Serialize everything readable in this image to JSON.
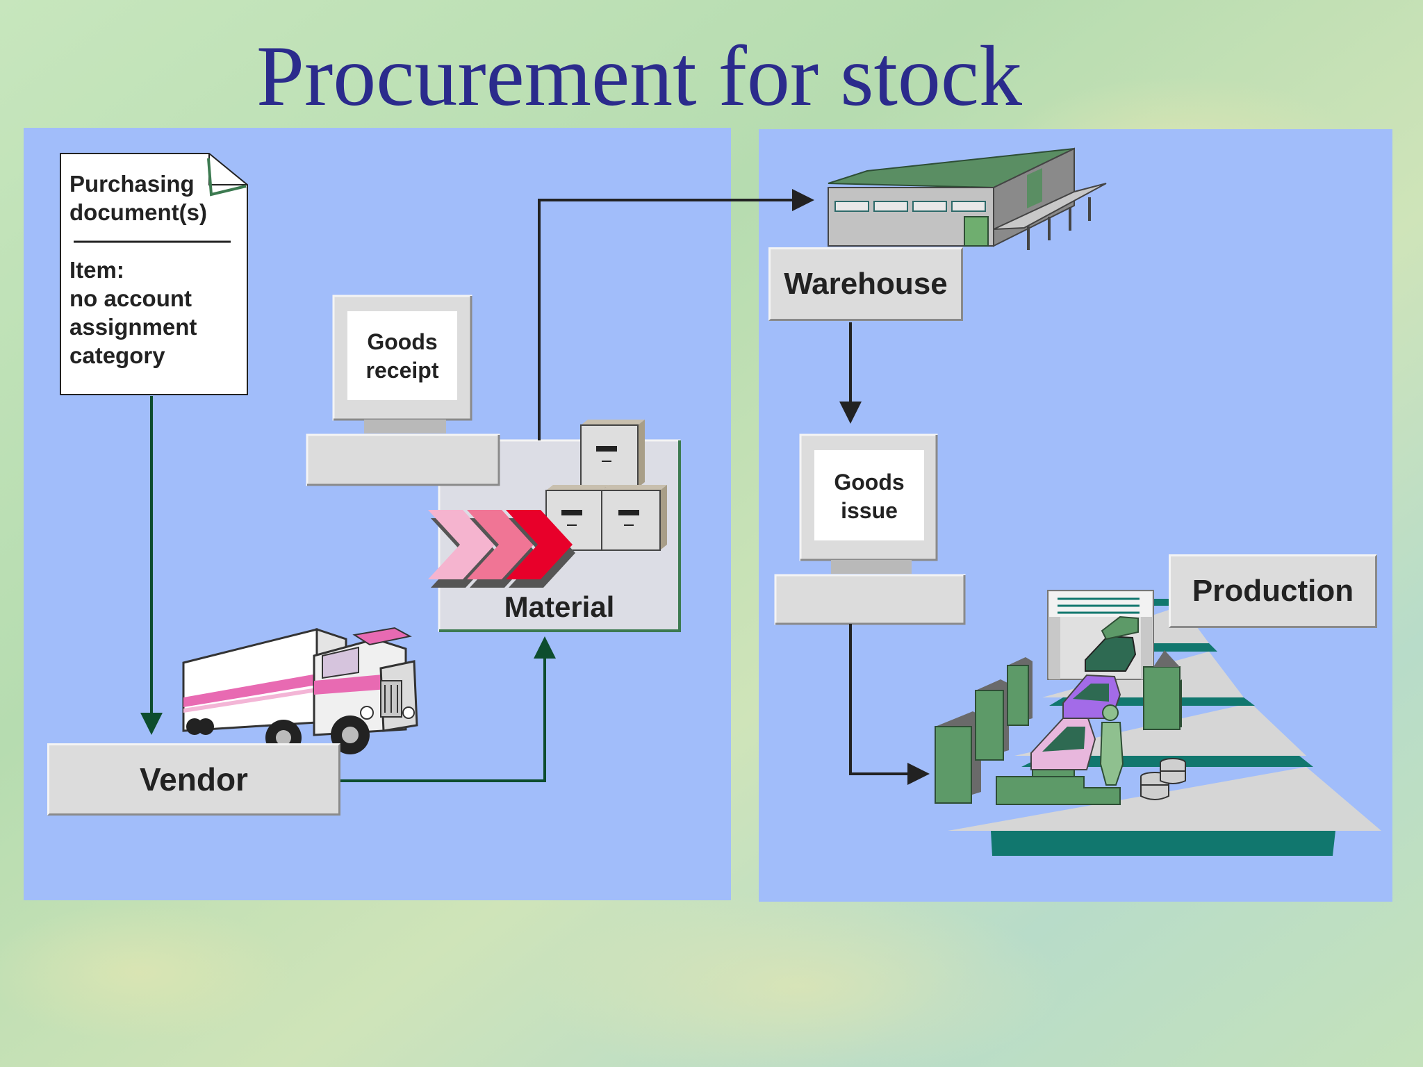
{
  "slide": {
    "title": "Procurement for stock"
  },
  "document": {
    "line1": "Purchasing",
    "line2": "document(s)",
    "line3": "Item:",
    "line4": "no account",
    "line5": "assignment",
    "line6": "category"
  },
  "labels": {
    "goods_receipt_1": "Goods",
    "goods_receipt_2": "receipt",
    "material": "Material",
    "vendor": "Vendor",
    "warehouse": "Warehouse",
    "goods_issue_1": "Goods",
    "goods_issue_2": "issue",
    "production": "Production"
  },
  "colors": {
    "panel": "#a1bdfa",
    "title": "#2b2b8c",
    "arrow_green": "#0d4d2e",
    "arrow_dark": "#222222"
  }
}
